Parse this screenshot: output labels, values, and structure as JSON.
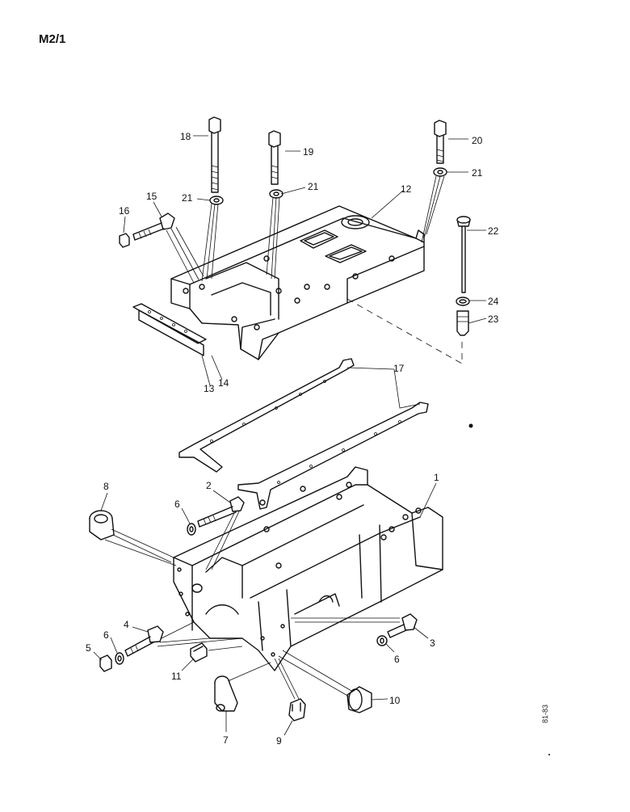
{
  "page_id": "M2/1",
  "diagram_code": "81-83",
  "callouts": [
    "1",
    "2",
    "3",
    "4",
    "5",
    "6",
    "6",
    "6",
    "7",
    "8",
    "9",
    "10",
    "11",
    "12",
    "13",
    "14",
    "15",
    "16",
    "17",
    "18",
    "19",
    "20",
    "21",
    "21",
    "21",
    "22",
    "23",
    "24"
  ]
}
